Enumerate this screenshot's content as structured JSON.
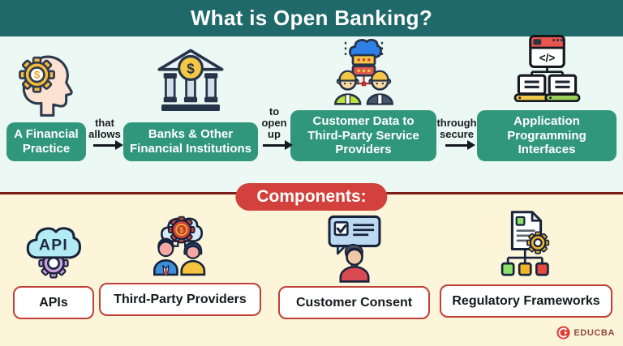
{
  "header": {
    "title": "What is Open Banking?"
  },
  "flow": {
    "steps": [
      {
        "label": "A Financial Practice",
        "icon": "head-gear-dollar-icon"
      },
      {
        "label": "Banks & Other Financial Institutions",
        "icon": "bank-icon"
      },
      {
        "label": "Customer Data to Third-Party Service Providers",
        "icon": "cloud-data-people-icon"
      },
      {
        "label": "Application Programming Interfaces",
        "icon": "api-devices-icon"
      }
    ],
    "connectors": [
      "that allows",
      "to open up",
      "through secure"
    ]
  },
  "components": {
    "heading": "Components:",
    "items": [
      {
        "label": "APIs",
        "icon": "api-cloud-gear-icon"
      },
      {
        "label": "Third-Party Providers",
        "icon": "third-party-people-icon"
      },
      {
        "label": "Customer Consent",
        "icon": "consent-chat-person-icon"
      },
      {
        "label": "Regulatory Frameworks",
        "icon": "document-hierarchy-gear-icon"
      }
    ]
  },
  "icons": {
    "dollar_glyph": "$",
    "api_glyph": "API",
    "code_glyph": "</>"
  },
  "footer": {
    "brand": "EDUCBA"
  },
  "colors": {
    "titlebar_teal": "#20696a",
    "mint_background": "#ecf8f4",
    "cream_background": "#fcf5d9",
    "flow_box_green": "#31977c",
    "components_pill_red": "#d2413b",
    "divider_dark_red": "#7c1d17",
    "label_border_red": "#bf4038",
    "brand_red": "#e2382e"
  }
}
